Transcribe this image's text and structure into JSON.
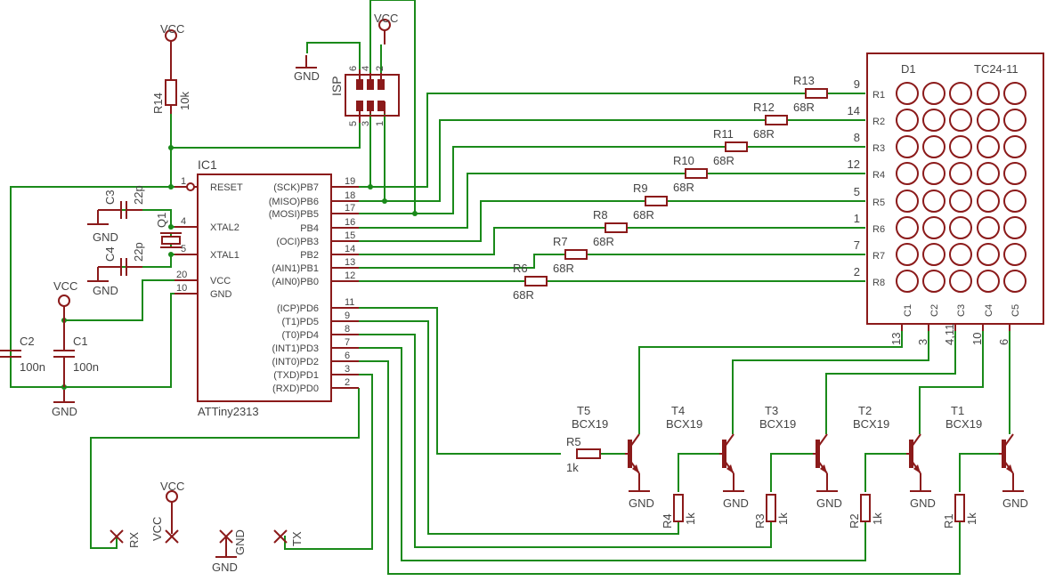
{
  "ic1": {
    "ref": "IC1",
    "part": "ATTiny2313",
    "left_pins": [
      {
        "num": "1",
        "name": "RESET"
      },
      {
        "num": "4",
        "name": "XTAL2"
      },
      {
        "num": "5",
        "name": "XTAL1"
      },
      {
        "num": "20",
        "name": "VCC"
      },
      {
        "num": "10",
        "name": "GND"
      }
    ],
    "right_pins": [
      {
        "num": "19",
        "name": "(SCK)PB7"
      },
      {
        "num": "18",
        "name": "(MISO)PB6"
      },
      {
        "num": "17",
        "name": "(MOSI)PB5"
      },
      {
        "num": "16",
        "name": "PB4"
      },
      {
        "num": "15",
        "name": "(OCI)PB3"
      },
      {
        "num": "14",
        "name": "PB2"
      },
      {
        "num": "13",
        "name": "(AIN1)PB1"
      },
      {
        "num": "12",
        "name": "(AIN0)PB0"
      },
      {
        "num": "11",
        "name": "(ICP)PD6"
      },
      {
        "num": "9",
        "name": "(T1)PD5"
      },
      {
        "num": "8",
        "name": "(T0)PD4"
      },
      {
        "num": "7",
        "name": "(INT1)PD3"
      },
      {
        "num": "6",
        "name": "(INT0)PD2"
      },
      {
        "num": "3",
        "name": "(TXD)PD1"
      },
      {
        "num": "2",
        "name": "(RXD)PD0"
      }
    ]
  },
  "isp": {
    "ref": "ISP",
    "top_pins": [
      "6",
      "4",
      "2"
    ],
    "bottom_pins": [
      "5",
      "3",
      "1"
    ]
  },
  "power": {
    "vcc": "VCC",
    "gnd": "GND"
  },
  "r14": {
    "ref": "R14",
    "value": "10k"
  },
  "c1": {
    "ref": "C1",
    "value": "100n"
  },
  "c2": {
    "ref": "C2",
    "value": "100n"
  },
  "c3": {
    "ref": "C3",
    "value": "22p"
  },
  "c4": {
    "ref": "C4",
    "value": "22p"
  },
  "q1": {
    "ref": "Q1"
  },
  "row_resistors": [
    {
      "ref": "R13",
      "value": "68R",
      "pin": "9"
    },
    {
      "ref": "R12",
      "value": "68R",
      "pin": "14"
    },
    {
      "ref": "R11",
      "value": "68R",
      "pin": "8"
    },
    {
      "ref": "R10",
      "value": "68R",
      "pin": "12"
    },
    {
      "ref": "R9",
      "value": "68R",
      "pin": "5"
    },
    {
      "ref": "R8",
      "value": "68R",
      "pin": "1"
    },
    {
      "ref": "R7",
      "value": "68R",
      "pin": "7"
    },
    {
      "ref": "R6",
      "value": "68R",
      "pin": "2"
    }
  ],
  "matrix": {
    "ref": "D1",
    "part": "TC24-11",
    "rows": [
      "R1",
      "R2",
      "R3",
      "R4",
      "R5",
      "R6",
      "R7",
      "R8"
    ],
    "cols": [
      "C1",
      "C2",
      "C3",
      "C4",
      "C5"
    ],
    "col_pins": [
      "13",
      "3",
      "4,11",
      "10",
      "6"
    ]
  },
  "transistors": [
    {
      "ref": "T5",
      "part": "BCX19"
    },
    {
      "ref": "T4",
      "part": "BCX19"
    },
    {
      "ref": "T3",
      "part": "BCX19"
    },
    {
      "ref": "T2",
      "part": "BCX19"
    },
    {
      "ref": "T1",
      "part": "BCX19"
    }
  ],
  "base_resistors": [
    {
      "ref": "R5",
      "value": "1k"
    },
    {
      "ref": "R4",
      "value": "1k"
    },
    {
      "ref": "R3",
      "value": "1k"
    },
    {
      "ref": "R2",
      "value": "1k"
    },
    {
      "ref": "R1",
      "value": "1k"
    }
  ],
  "connectors": {
    "rx": "RX",
    "vcc": "VCC",
    "gnd": "GND",
    "tx": "TX"
  },
  "colors": {
    "symbol": "#8b1a1a",
    "wire": "#1a8a1a",
    "text": "#444444"
  }
}
